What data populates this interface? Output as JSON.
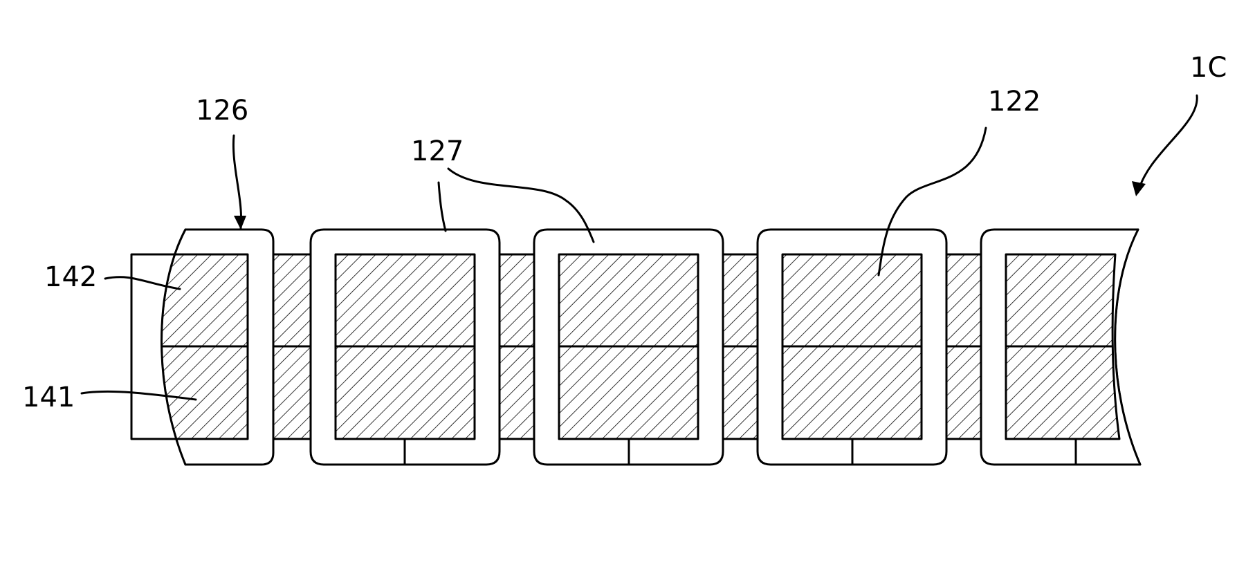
{
  "labels": {
    "ref_126": "126",
    "ref_127": "127",
    "ref_122": "122",
    "ref_1c": "1C",
    "ref_142": "142",
    "ref_141": "141"
  },
  "style": {
    "line_color": "#000000",
    "background": "#ffffff"
  }
}
